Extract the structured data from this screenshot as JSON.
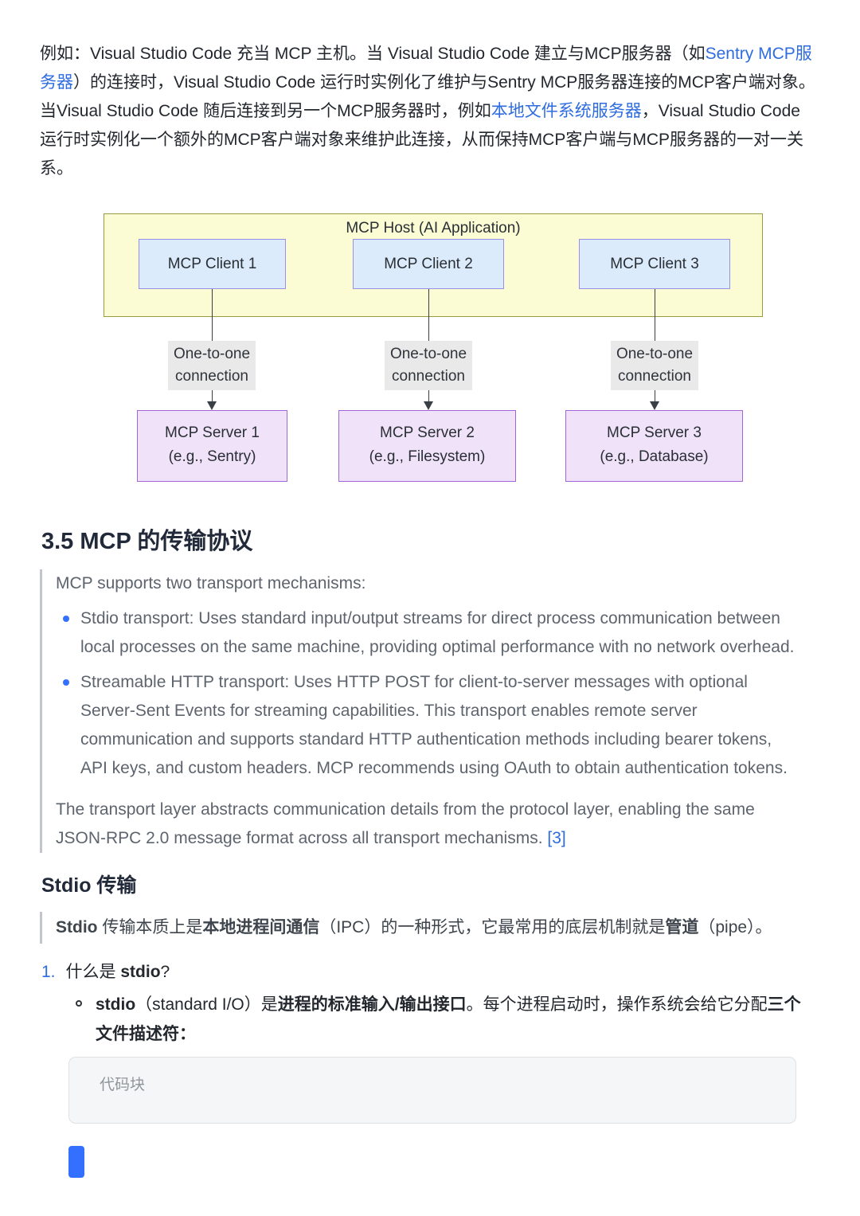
{
  "colors": {
    "link_blue": "#2e6ce0",
    "heading_text": "#222a3a",
    "body_text": "#23272e",
    "quote_text": "#5d646e",
    "quote_border": "#c2c6cc",
    "bullet_blue": "#3370ff",
    "code_bg": "#f5f6f7",
    "code_border": "#dfe1e5",
    "code_text": "#8f959e",
    "host_fill": "#fbfbd4",
    "host_border": "#99993f",
    "client_fill": "#dcebfb",
    "client_border": "#998fe6",
    "server_fill": "#f0e2f8",
    "server_border": "#a266d6",
    "conn_label_bg": "#e9e9e9",
    "arrow_color": "#3a3f45",
    "cutoff_block_blue": "#3370ff"
  },
  "intro_paragraph": {
    "segments": [
      {
        "text": "例如：Visual Studio Code 充当 MCP 主机。当 Visual Studio Code 建立与MCP服务器（如"
      },
      {
        "text": "Sentry MCP服务器",
        "link": true
      },
      {
        "text": "）的连接时，Visual Studio Code 运行时实例化了维护与Sentry MCP服务器连接的MCP客户端对象。当Visual Studio Code 随后连接到另一个MCP服务器时，例如"
      },
      {
        "text": "本地文件系统服务器",
        "link": true
      },
      {
        "text": "，Visual Studio Code 运行时实例化一个额外的MCP客户端对象来维护此连接，从而保持MCP客户端与MCP服务器的一对一关系。"
      }
    ]
  },
  "diagram": {
    "host_title": "MCP Host (AI Application)",
    "columns": [
      {
        "client": "MCP Client 1",
        "conn_line1": "One-to-one",
        "conn_line2": "connection",
        "server_line1": "MCP Server 1",
        "server_line2": "(e.g., Sentry)"
      },
      {
        "client": "MCP Client 2",
        "conn_line1": "One-to-one",
        "conn_line2": "connection",
        "server_line1": "MCP Server 2",
        "server_line2": "(e.g., Filesystem)"
      },
      {
        "client": "MCP Client 3",
        "conn_line1": "One-to-one",
        "conn_line2": "connection",
        "server_line1": "MCP Server 3",
        "server_line2": "(e.g., Database)"
      }
    ]
  },
  "transport_section": {
    "heading": "3.5 MCP 的传输协议",
    "quote_intro": "MCP supports two transport mechanisms:",
    "bullets": [
      "Stdio transport: Uses standard input/output streams for direct process communication between local processes on the same machine, providing optimal performance with no network overhead.",
      "Streamable HTTP transport: Uses HTTP POST for client-to-server messages with optional Server-Sent Events for streaming capabilities. This transport enables remote server communication and supports standard HTTP authentication methods including bearer tokens, API keys, and custom headers. MCP recommends using OAuth to obtain authentication tokens."
    ],
    "closing_text": "The transport layer abstracts communication details from the protocol layer, enabling the same JSON-RPC 2.0 message format across all transport mechanisms. ",
    "closing_ref": "[3]"
  },
  "stdio_section": {
    "heading": "Stdio 传输",
    "quote_segments": [
      {
        "text": "Stdio",
        "bold": true
      },
      {
        "text": " 传输本质上是"
      },
      {
        "text": "本地进程间通信",
        "bold": true
      },
      {
        "text": "（IPC）的一种形式，它最常用的底层机制就是"
      },
      {
        "text": "管道",
        "bold": true
      },
      {
        "text": "（pipe）。"
      }
    ],
    "list_number": "1.",
    "list_item_segments": [
      {
        "text": "什么是 "
      },
      {
        "text": "stdio",
        "bold": true
      },
      {
        "text": "?"
      }
    ],
    "sub_bullet_segments": [
      {
        "text": "stdio",
        "bold": true
      },
      {
        "text": "（standard I/O）是"
      },
      {
        "text": "进程的标准输入/输出接口",
        "bold": true
      },
      {
        "text": "。每个进程启动时，操作系统会给它分配"
      },
      {
        "text": "三个文件描述符：",
        "bold": true
      }
    ]
  },
  "code_block": {
    "placeholder": "代码块"
  }
}
